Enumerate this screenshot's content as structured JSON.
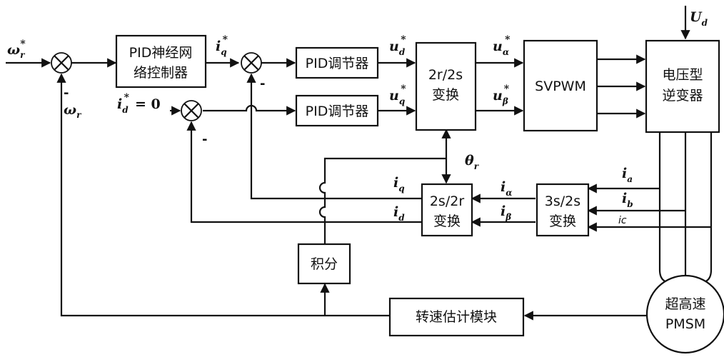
{
  "blocks": {
    "pid_neural_line1": "PID神经网",
    "pid_neural_line2": "络控制器",
    "pid_reg_top": "PID调节器",
    "pid_reg_bottom": "PID调节器",
    "r2s_line1": "2r/2s",
    "r2s_line2": "变换",
    "svpwm": "SVPWM",
    "inverter_line1": "电压型",
    "inverter_line2": "逆变器",
    "s2r_line1": "2s/2r",
    "s2r_line2": "变换",
    "s3to2_line1": "3s/2s",
    "s3to2_line2": "变换",
    "integral": "积分",
    "speed_est": "转速估计模块",
    "motor_line1": "超高速",
    "motor_line2": "PMSM"
  },
  "signals": {
    "omega_ref": "ω",
    "omega_ref_sub": "r",
    "omega_ref_sup": "*",
    "omega_fb": "ω",
    "omega_fb_sub": "r",
    "iq_ref": "i",
    "iq_ref_sub": "q",
    "iq_ref_sup": "*",
    "id_ref": "i",
    "id_ref_sub": "d",
    "id_ref_sup": "*",
    "id_ref_value": "= 0",
    "ud_ref": "u",
    "ud_ref_sub": "d",
    "ud_ref_sup": "*",
    "uq_ref": "u",
    "uq_ref_sub": "q",
    "uq_ref_sup": "*",
    "ualpha_ref": "u",
    "ualpha_ref_sub": "α",
    "ualpha_ref_sup": "*",
    "ubeta_ref": "u",
    "ubeta_ref_sub": "β",
    "ubeta_ref_sup": "*",
    "Ud": "U",
    "Ud_sub": "d",
    "theta": "θ",
    "theta_sub": "r",
    "iq": "i",
    "iq_sub": "q",
    "id": "i",
    "id_sub": "d",
    "ialpha": "i",
    "ialpha_sub": "α",
    "ibeta": "i",
    "ibeta_sub": "β",
    "ia": "i",
    "ia_sub": "a",
    "ib": "i",
    "ib_sub": "b",
    "ic": "ic"
  },
  "signs": {
    "sum1_minus": "-",
    "sum2_minus": "-",
    "sum3_minus": "-"
  }
}
